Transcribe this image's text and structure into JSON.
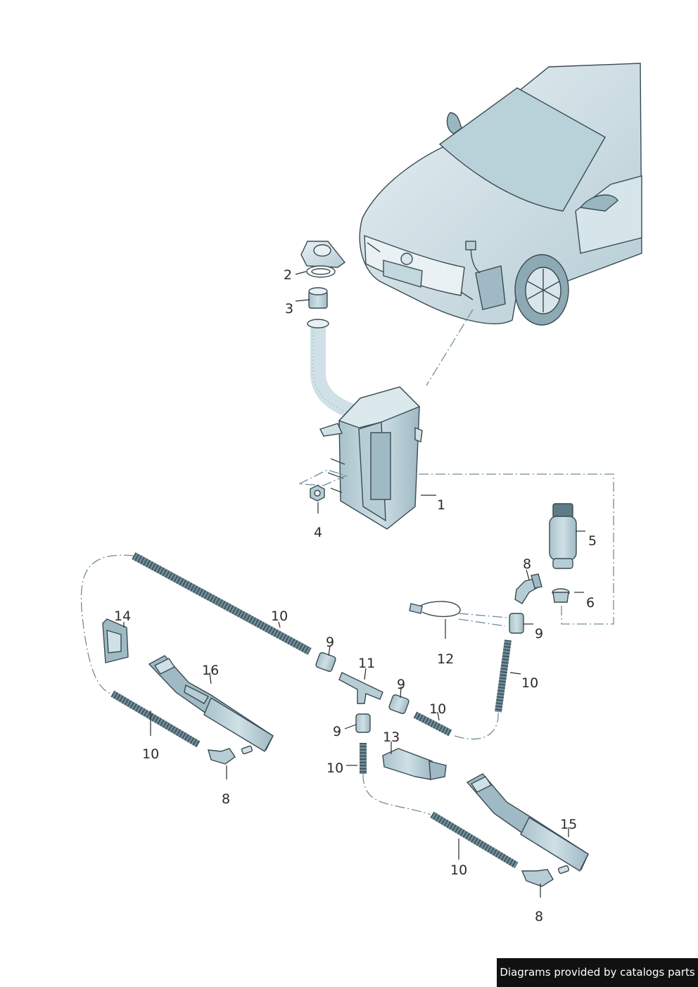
{
  "callouts": {
    "c1": "1",
    "c2": "2",
    "c3": "3",
    "c4": "4",
    "c5": "5",
    "c6": "6",
    "c8a": "8",
    "c8b": "8",
    "c8c": "8",
    "c9a": "9",
    "c9b": "9",
    "c9c": "9",
    "c9d": "9",
    "c10a": "10",
    "c10b": "10",
    "c10c": "10",
    "c10d": "10",
    "c10e": "10",
    "c10f": "10",
    "c11": "11",
    "c12": "12",
    "c13": "13",
    "c14": "14",
    "c15": "15",
    "c16": "16"
  },
  "footer": {
    "text": "Diagrams provided by catalogs parts"
  },
  "colors": {
    "part_fill": "#c9dde4",
    "part_dark": "#8fb0bc",
    "outline": "#3a4a52",
    "leader_dash": "#6f8e9c",
    "footer_bg": "#111111"
  }
}
